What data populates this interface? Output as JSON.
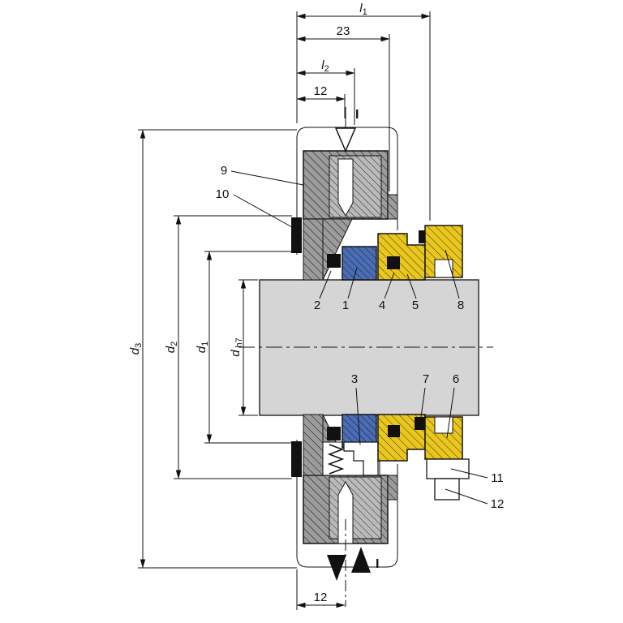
{
  "drawing": {
    "dim_l1": {
      "base": "l",
      "sub": "1"
    },
    "dim_23": "23",
    "dim_l2": {
      "base": "l",
      "sub": "2"
    },
    "dim_12_top": "12",
    "dim_12_bottom": "12",
    "dim_d3": {
      "base": "d",
      "sub": "3"
    },
    "dim_d2": {
      "base": "d",
      "sub": "2"
    },
    "dim_d1": {
      "base": "d",
      "sub": "1"
    },
    "dim_d_h7": {
      "base": "d",
      "sub": "h7"
    },
    "section_top": "I",
    "section_bottom": "I"
  },
  "parts": {
    "n1": "1",
    "n2": "2",
    "n3": "3",
    "n4": "4",
    "n5": "5",
    "n6": "6",
    "n7": "7",
    "n8": "8",
    "n9": "9",
    "n10": "10",
    "n11": "11",
    "n12": "12"
  },
  "colors": {
    "outline": "#151515",
    "shaft": "#d5d5d5",
    "gland_gray": "#9c9c9c",
    "gland_gray_light": "#bababa",
    "seal_blue": "#4a6db3",
    "seal_yellow": "#e9c71f",
    "gasket_black": "#111111"
  }
}
